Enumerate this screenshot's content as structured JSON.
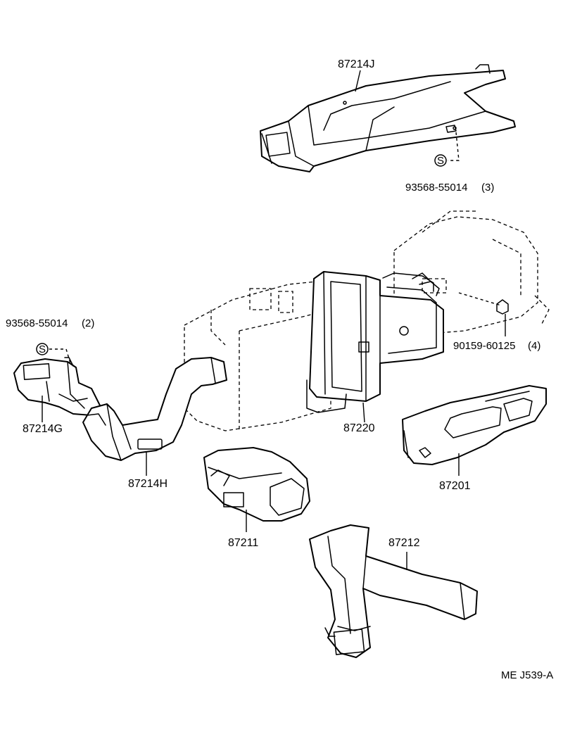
{
  "parts": {
    "p87214J": "87214J",
    "p87214G": "87214G",
    "p87214H": "87214H",
    "p87220": "87220",
    "p87201": "87201",
    "p87211": "87211",
    "p87212": "87212"
  },
  "fasteners": {
    "clip_top": {
      "number": "93568-55014",
      "qty": "(3)",
      "symbol": "S"
    },
    "clip_left": {
      "number": "93568-55014",
      "qty": "(2)",
      "symbol": "S"
    },
    "screw_right": {
      "number": "90159-60125",
      "qty": "(4)"
    }
  },
  "figure_code": "ME J539-A"
}
